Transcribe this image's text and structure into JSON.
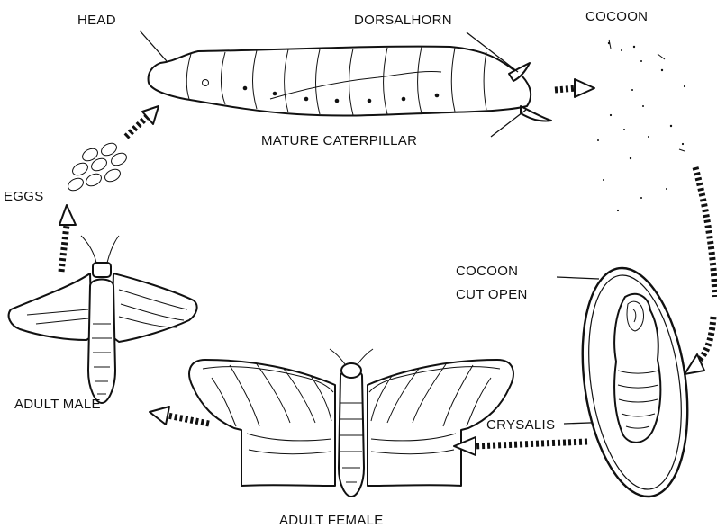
{
  "labels": {
    "head": "HEAD",
    "dorsal_horn": "DORSALHORN",
    "cocoon": "COCOON",
    "mature_caterpillar": "MATURE CATERPILLAR",
    "eggs": "EGGS",
    "cocoon_cut_open_line1": "COCOON",
    "cocoon_cut_open_line2": "CUT OPEN",
    "crysalis": "CRYSALIS",
    "adult_male": "ADULT MALE",
    "adult_female": "ADULT FEMALE"
  },
  "colors": {
    "ink": "#111111",
    "paper": "#ffffff"
  },
  "stages": [
    "eggs",
    "mature caterpillar",
    "cocoon",
    "cocoon cut open",
    "crysalis",
    "adult female",
    "adult male"
  ]
}
